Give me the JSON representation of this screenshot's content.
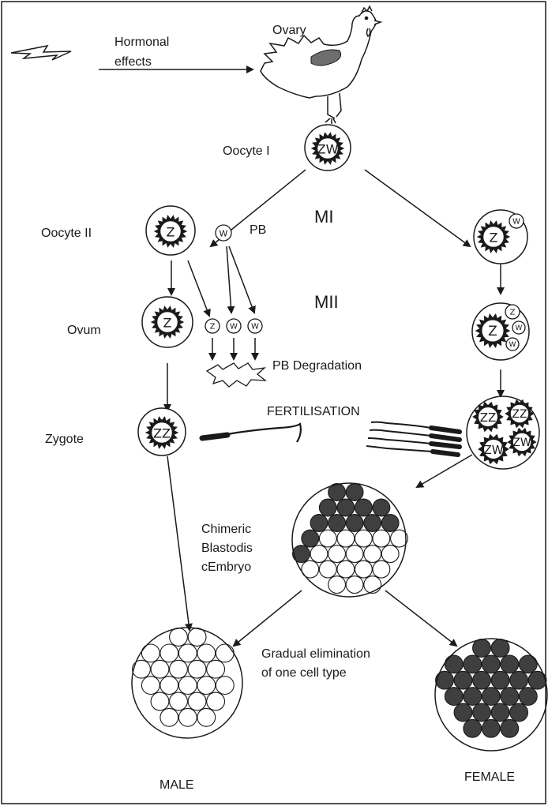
{
  "labels": {
    "hormonal_line1": "Hormonal",
    "hormonal_line2": "effects",
    "ovary": "Ovary",
    "oocyte1": "Oocyte I",
    "oocyte2": "Oocyte II",
    "ovum": "Ovum",
    "zygote": "Zygote",
    "mi": "MI",
    "mii": "MII",
    "pb": "PB",
    "pb_degradation": "PB Degradation",
    "fertilisation": "FERTILISATION",
    "chimeric_line1": "Chimeric",
    "chimeric_line2": "Blastodis",
    "chimeric_line3": "cEmbryo",
    "gradual_line1": "Gradual elimination",
    "gradual_line2": "of one cell type",
    "male": "MALE",
    "female": "FEMALE"
  },
  "chromosomes": {
    "z": "Z",
    "w": "W",
    "zw": "ZW",
    "zz": "ZZ"
  },
  "colors": {
    "line": "#1a1a1a",
    "dark_cell": "#3f3f3f",
    "ovary": "#6e6e6e"
  }
}
